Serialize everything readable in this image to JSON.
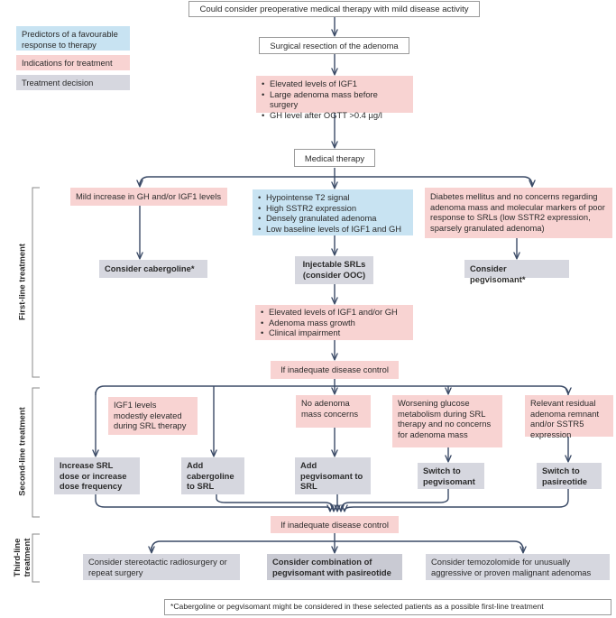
{
  "top": "Could consider preoperative medical therapy with mild disease activity",
  "legend": {
    "predictors": "Predictors of a favourable response to therapy",
    "indications": "Indications for treatment",
    "decision": "Treatment decision",
    "colors": {
      "predictors": "#c8e3f2",
      "indications": "#f8d3d2",
      "decision": "#d6d7df"
    }
  },
  "surgical": "Surgical resection of the adenoma",
  "post_surgery": [
    "Elevated levels of IGF1",
    "Large adenoma mass before surgery",
    "GH level after OGTT >0.4 µg/l"
  ],
  "medical_therapy": "Medical therapy",
  "sections": {
    "first": "First-line treatment",
    "second": "Second-line treatment",
    "third": "Third-line treatment"
  },
  "first_line": {
    "left_ind": "Mild increase in GH and/or IGF1 levels",
    "center_pred": [
      "Hypointense T2 signal",
      "High SSTR2 expression",
      "Densely granulated adenoma",
      "Low baseline levels of IGF1 and GH"
    ],
    "right_ind": "Diabetes mellitus and no concerns regarding adenoma mass and molecular markers of poor response to SRLs (low SSTR2 expression, sparsely granulated adenoma)",
    "left_dec": "Consider cabergoline*",
    "center_dec": "Injectable SRLs (consider OOC)",
    "right_dec": "Consider pegvisomant*",
    "after_srl": [
      "Elevated levels of IGF1 and/or GH",
      "Adenoma mass growth",
      "Clinical impairment"
    ]
  },
  "inadequate": "If inadequate disease control",
  "second_line": {
    "ind_igf1": "IGF1 levels modestly elevated during SRL therapy",
    "ind_no_mass": "No adenoma mass concerns",
    "ind_glucose": "Worsening glucose metabolism during SRL therapy and no concerns for adenoma mass",
    "ind_residual": "Relevant residual adenoma remnant and/or SSTR5 expression",
    "dec_increase": "Increase SRL dose or increase dose frequency",
    "dec_cabergoline": "Add cabergoline to SRL",
    "dec_pegvisomant": "Add pegvisomant to SRL",
    "dec_switch_peg": "Switch to pegvisomant",
    "dec_switch_pasi": "Switch to pasireotide"
  },
  "inadequate2": "If inadequate disease control",
  "third_line": {
    "left": "Consider stereotactic radiosurgery or repeat surgery",
    "center": "Consider combination of pegvisomant with pasireotide",
    "right": "Consider temozolomide for unusually aggressive or proven malignant adenomas"
  },
  "footnote": "*Cabergoline or pegvisomant might be considered in these selected patients as a possible first-line treatment"
}
